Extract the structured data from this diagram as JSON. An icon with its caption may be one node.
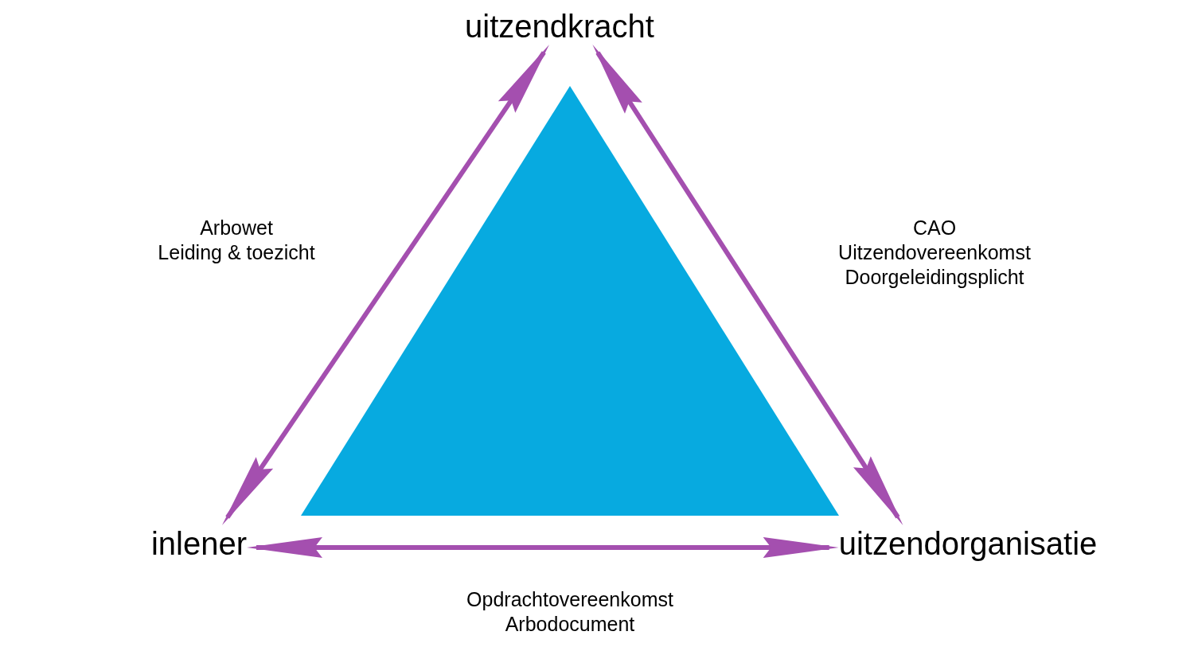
{
  "diagram": {
    "nodes": [
      {
        "text": [
          "uitzendkracht"
        ]
      },
      {
        "text": [
          "inlener"
        ]
      },
      {
        "text": [
          "uitzendorganisatie"
        ]
      }
    ],
    "edges": [
      {
        "from": 1,
        "to": 0,
        "arrow": "both"
      },
      {
        "from": 0,
        "to": 2,
        "arrow": "both"
      },
      {
        "from": 1,
        "to": 2,
        "arrow": "both"
      }
    ],
    "labels": [
      "Arbowet",
      "Leiding & toezicht",
      "CAO",
      "Uitzendovereenkomst",
      "Doorgeleidingsplicht",
      "Opdrachtovereenkomst",
      "Arbodocument"
    ]
  }
}
